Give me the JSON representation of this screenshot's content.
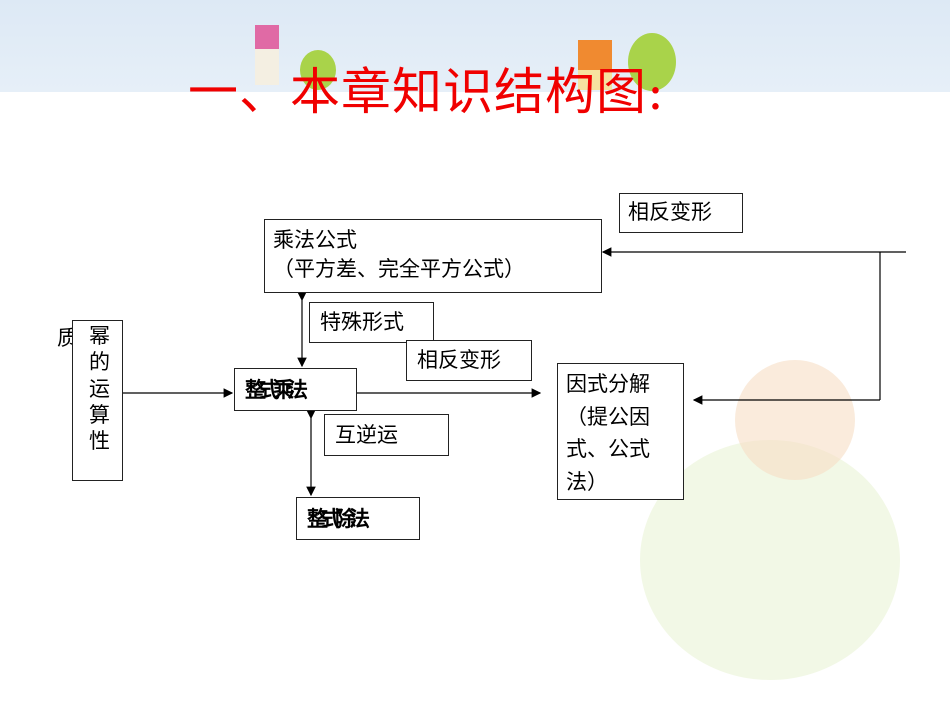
{
  "title": "一、本章知识结构图:",
  "nodes": {
    "power_label_outside": "质",
    "power_rules": "幂的运算性",
    "mult_formula_line1": "乘法公式",
    "mult_formula_line2": "（平方差、完全平方公式）",
    "special_form": "特殊形式",
    "reverse_top": "相反变形",
    "reverse_mid": "相反变形",
    "poly_mult": "整式乘法",
    "inverse_ops": "互逆运",
    "poly_div": "整式除法",
    "factor_line1": "因式分解",
    "factor_line2": "（提公因",
    "factor_line3": "式、公式",
    "factor_line4": "法）"
  }
}
